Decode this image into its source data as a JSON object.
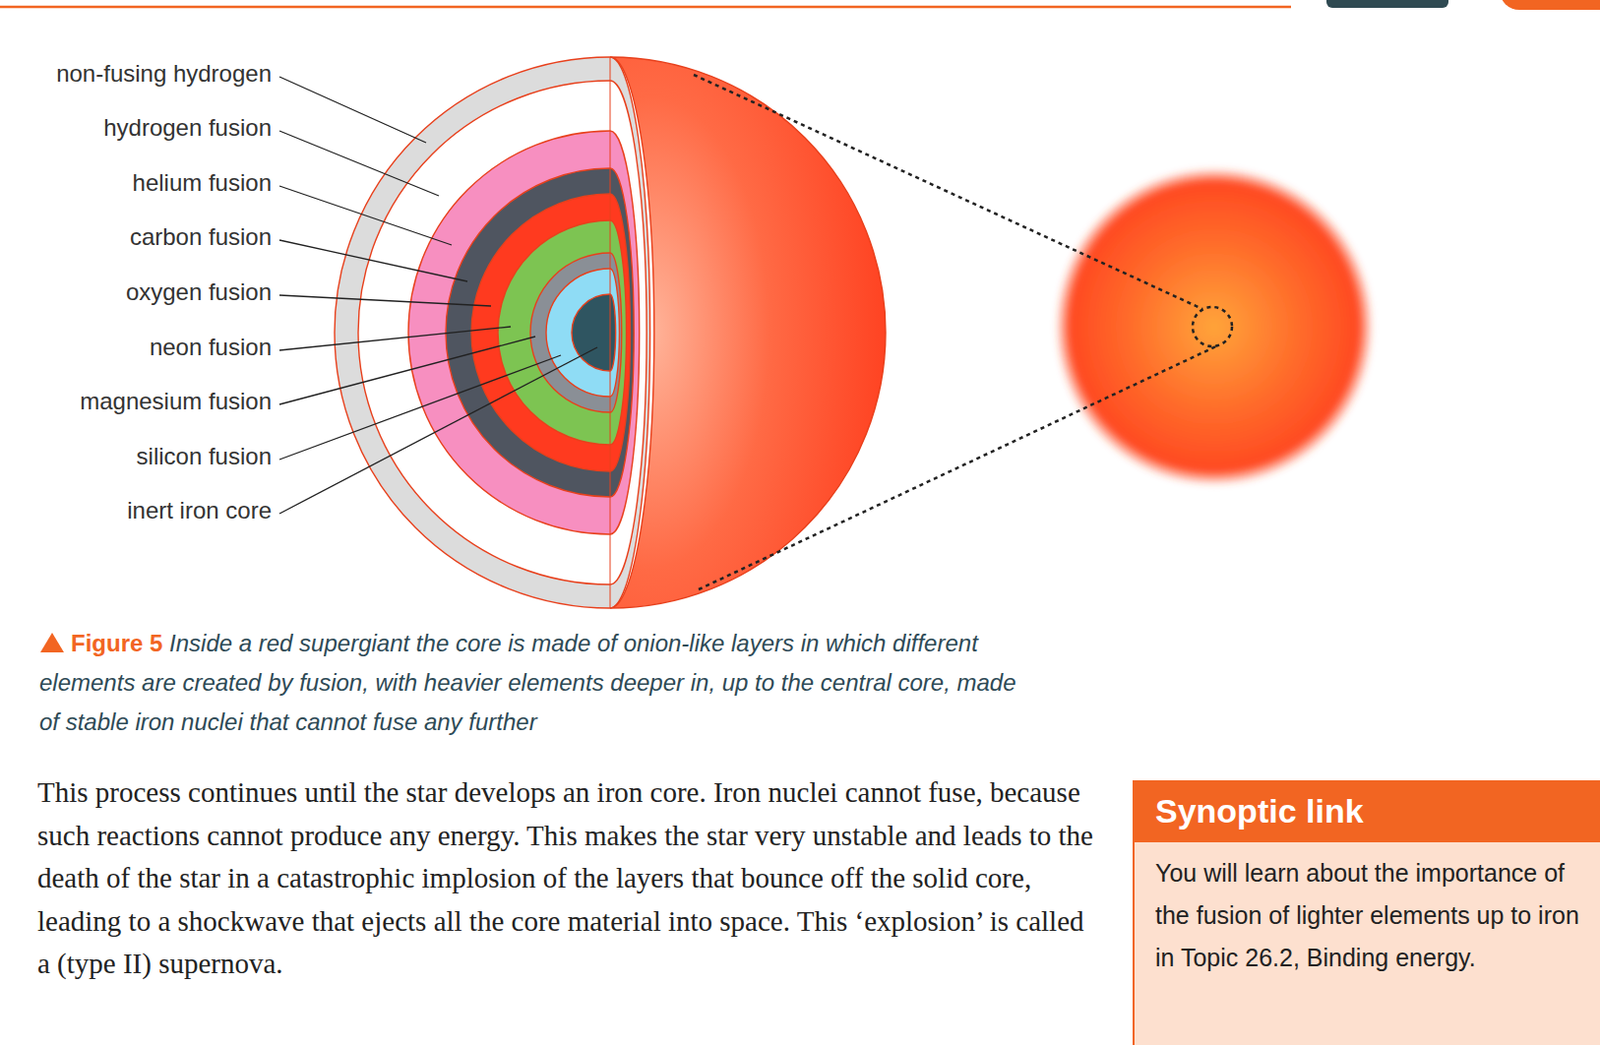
{
  "diagram": {
    "caption": "Inside a red supergiant the core is made of onion-like layers in which different elements are created by fusion, with heavier elements deeper in, up to the central core, made of stable iron nuclei that cannot fuse any further",
    "nodes": [
      {
        "text": [
          "Synoptic link",
          "You will learn about the importance of the fusion of lighter elements up to iron in Topic 26.2, Binding energy."
        ]
      }
    ],
    "labels": [
      "non-fusing hydrogen",
      "hydrogen fusion",
      "helium fusion",
      "carbon fusion",
      "oxygen fusion",
      "neon fusion",
      "magnesium fusion",
      "silicon fusion",
      "inert iron core",
      "Figure 5",
      "This process continues until the star develops an iron core. Iron nuclei cannot fuse, because such reactions cannot produce any energy. This makes the star very unstable and leads to the death of the star in a catastrophic implosion of the layers that bounce off the solid core, leading to a shockwave that ejects all the core material into space. This ‘explosion’ is called a (type II) supernova."
    ]
  }
}
